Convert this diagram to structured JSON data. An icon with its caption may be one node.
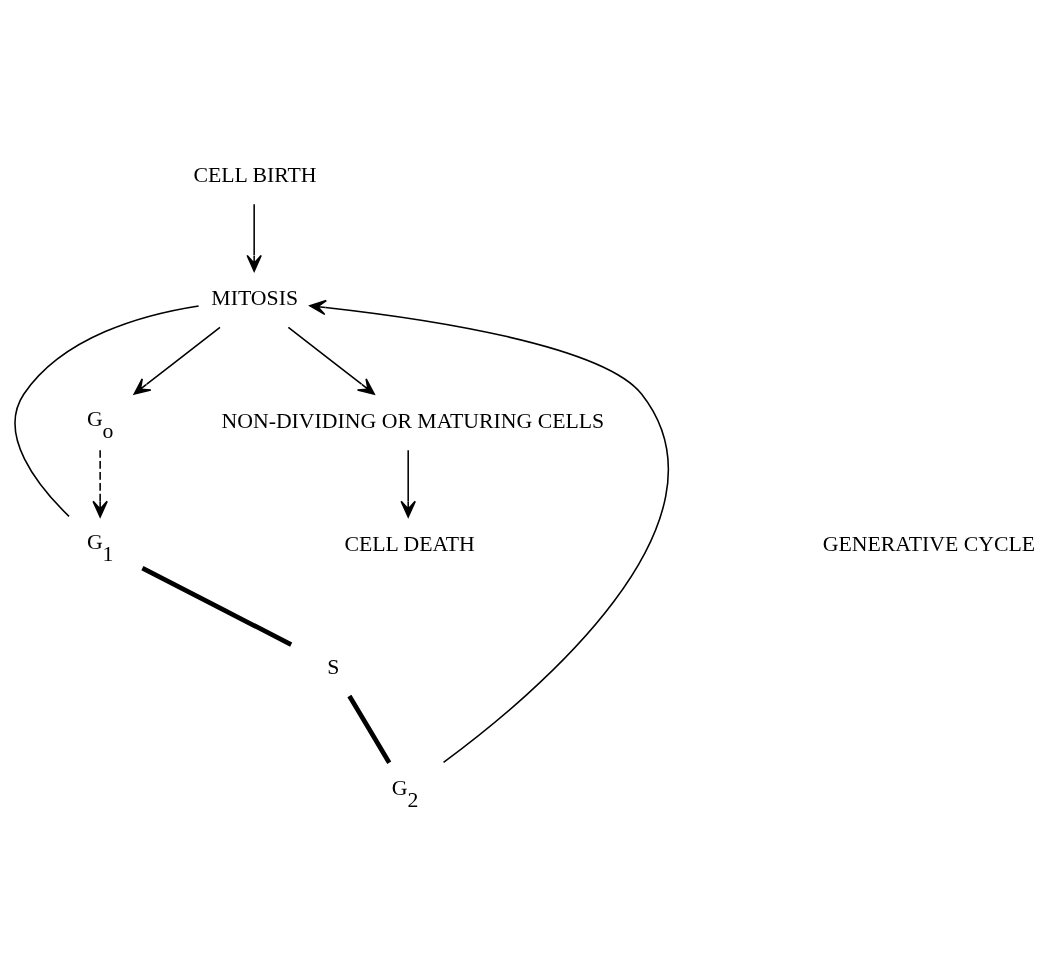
{
  "diagram": {
    "nodes": [
      {
        "text": [
          "CELL BIRTH"
        ]
      },
      {
        "text": [
          "MITOSIS"
        ]
      },
      {
        "text": [
          "G$_{2}$"
        ]
      },
      {
        "text": [
          "S"
        ]
      },
      {
        "text": [
          "G$_{1}$"
        ]
      },
      {
        "text": [
          "NON-DIVIDING OR MATURING CELLS"
        ]
      },
      {
        "text": [
          "CELL DEATH"
        ]
      },
      {
        "text": [
          "G$_{o}$"
        ]
      }
    ],
    "edges": [
      {
        "from": 0,
        "to": 1,
        "arrow": "to"
      },
      {
        "from": 1,
        "to": 4,
        "arrow": "none"
      },
      {
        "from": 4,
        "to": 3,
        "arrow": "none",
        "style": "thick"
      },
      {
        "from": 3,
        "to": 2,
        "arrow": "none",
        "style": "thick"
      },
      {
        "from": 2,
        "to": 1,
        "arrow": "to"
      },
      {
        "from": 1,
        "to": 5,
        "arrow": "to"
      },
      {
        "from": 5,
        "to": 6,
        "arrow": "to"
      },
      {
        "from": 1,
        "to": 7,
        "arrow": "to"
      },
      {
        "from": 7,
        "to": 4,
        "arrow": "to",
        "style": "dashed"
      }
    ],
    "labels": [
      "GENERATIVE CYCLE"
    ]
  }
}
